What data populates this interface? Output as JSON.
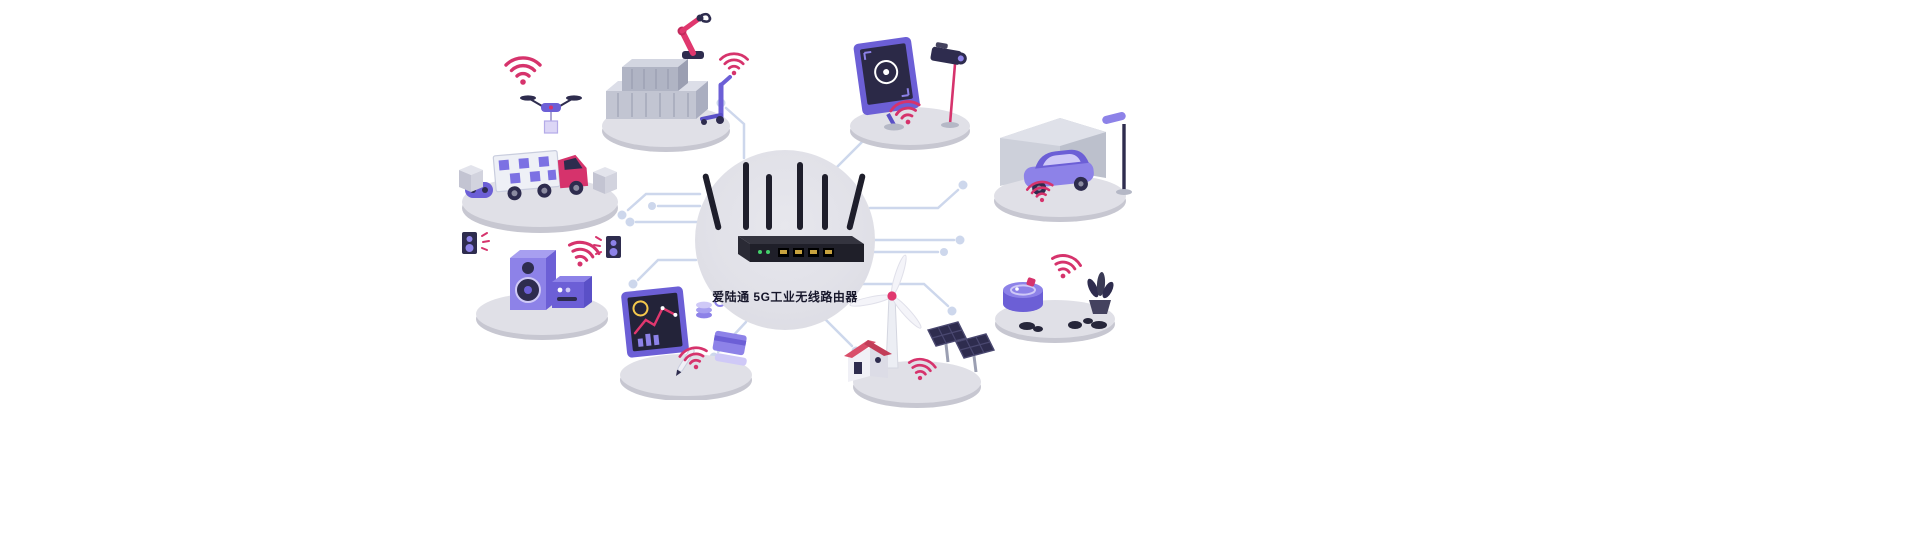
{
  "scene": {
    "background": "#ffffff",
    "center": {
      "device": "5g-industrial-wireless-router",
      "label": "爱陆通 5G工业无线路由器",
      "antenna_count": 6
    },
    "nodes": [
      {
        "id": "drone-logistics",
        "icon": "drone-truck-icon",
        "position": "top-left"
      },
      {
        "id": "smart-factory",
        "icon": "container-robot-arm-icon",
        "position": "top"
      },
      {
        "id": "video-surveillance",
        "icon": "cctv-monitor-icon",
        "position": "top-right"
      },
      {
        "id": "smart-parking",
        "icon": "garage-car-lamp-icon",
        "position": "right"
      },
      {
        "id": "smart-metering",
        "icon": "iot-sensor-plant-icon",
        "position": "bottom-right"
      },
      {
        "id": "smart-energy",
        "icon": "wind-solar-house-icon",
        "position": "bottom"
      },
      {
        "id": "smart-finance",
        "icon": "dashboard-screen-icon",
        "position": "bottom-left"
      },
      {
        "id": "smart-audio",
        "icon": "speaker-system-icon",
        "position": "left"
      }
    ],
    "colors": {
      "purple": "#7c71e3",
      "purple_dark": "#6c5fd6",
      "purple_deep": "#5a50c7",
      "lavender": "#a79ff0",
      "navy": "#2e2c4e",
      "crimson": "#d6336c",
      "pink": "#e0376e",
      "platform_top": "#e0e0e7",
      "platform_rim": "#c7c7d1",
      "trace": "#cdd7ec",
      "router_black": "#1f1f29"
    }
  }
}
